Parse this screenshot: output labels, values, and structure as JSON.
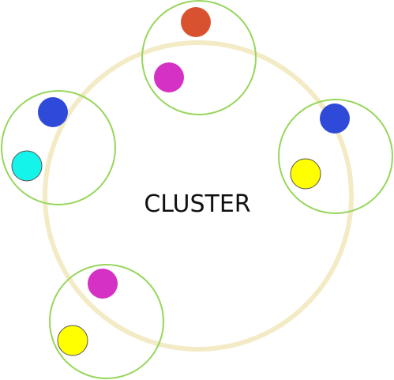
{
  "diagram": {
    "center_label": "CLUSTER",
    "colors": {
      "cluster_ring": "#f3ebc6",
      "node_ring": "#97d65a",
      "red": "#d8522f",
      "magenta": "#d531c4",
      "blue": "#2f4ad8",
      "cyan": "#14f4ea",
      "yellow": "#ffff00"
    },
    "nodes": [
      {
        "name": "top",
        "balls": [
          "red",
          "magenta"
        ]
      },
      {
        "name": "left",
        "balls": [
          "blue",
          "cyan"
        ]
      },
      {
        "name": "right",
        "balls": [
          "blue",
          "yellow"
        ]
      },
      {
        "name": "bottom-left",
        "balls": [
          "magenta",
          "yellow"
        ]
      }
    ]
  }
}
